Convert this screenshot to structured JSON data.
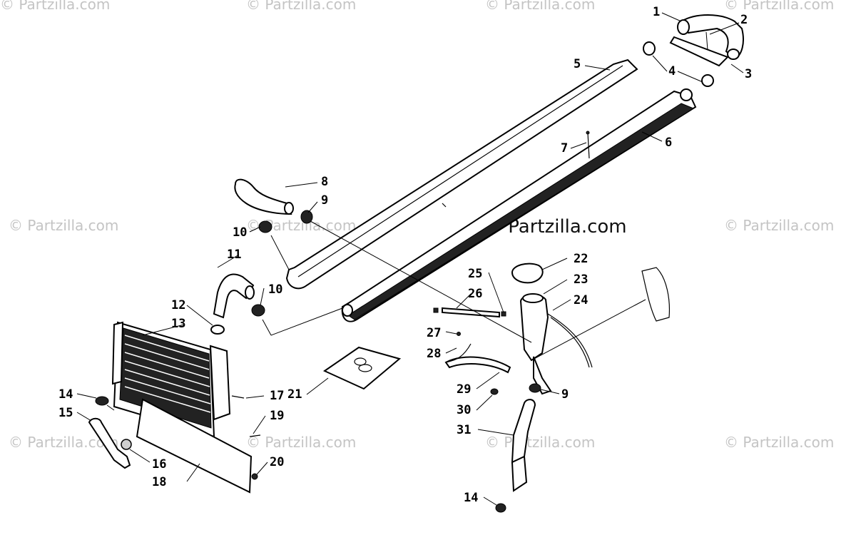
{
  "watermark": "© Partzilla.com",
  "center_watermark": "© Partzilla.com",
  "callouts": [
    "1",
    "2",
    "3",
    "4",
    "5",
    "6",
    "7",
    "8",
    "9",
    "10",
    "11",
    "10",
    "12",
    "13",
    "14",
    "15",
    "16",
    "17",
    "18",
    "19",
    "20",
    "21",
    "22",
    "23",
    "24",
    "25",
    "26",
    "27",
    "28",
    "29",
    "9",
    "30",
    "31",
    "14"
  ]
}
